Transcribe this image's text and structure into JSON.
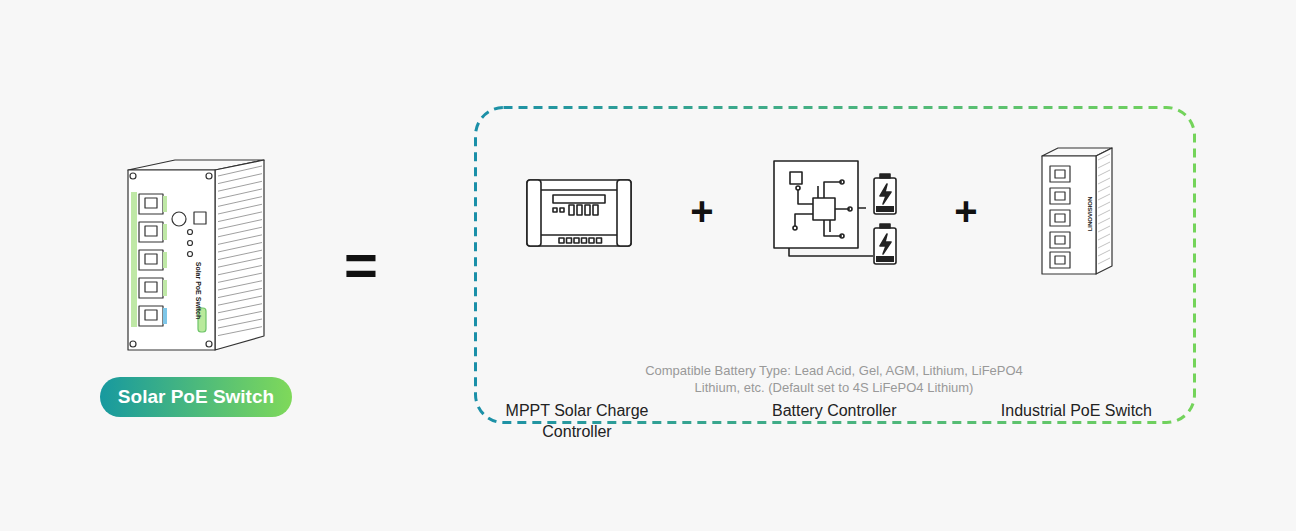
{
  "diagram": {
    "nodes": [
      {
        "text": [
          "Solar PoE Switch"
        ]
      },
      {
        "text": [
          "Compatible Battery Type: Lead Acid, Gel, AGM, Lithium, LiFePO4 Lithium, etc. (Default set to 4S LiFePO4 Lithium)"
        ]
      },
      {
        "text": [
          "MPPT Solar Charge Controller"
        ],
        "in": 1
      },
      {
        "text": [
          "Battery Controller"
        ],
        "in": 1
      },
      {
        "text": [
          "Industrial PoE Switch"
        ],
        "in": 1
      }
    ],
    "labels": [
      "=",
      "+",
      "+",
      "Solar PoE Switch",
      "LINOVISION"
    ]
  }
}
